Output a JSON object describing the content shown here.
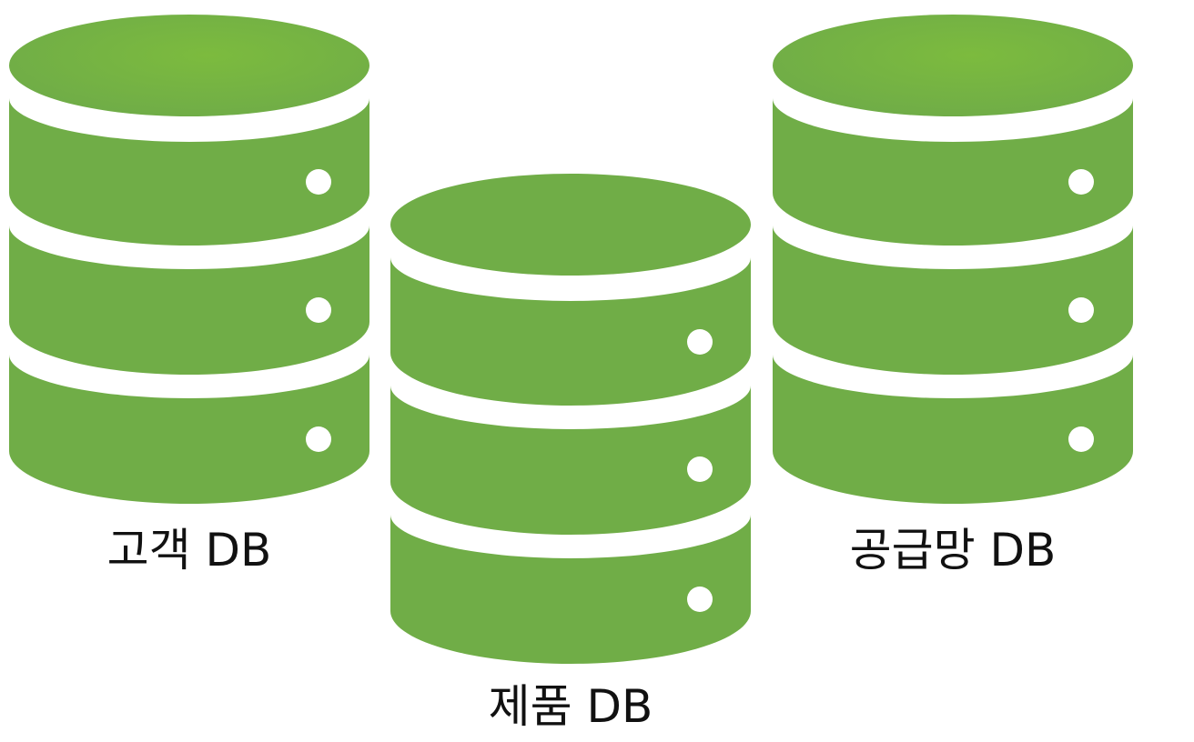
{
  "diagram": {
    "accent_color": "#70ad47",
    "highlight_color": "#7cbb3e",
    "databases": [
      {
        "label": "고객 DB",
        "icon": "database-icon",
        "disks": 3
      },
      {
        "label": "제품 DB",
        "icon": "database-icon",
        "disks": 3
      },
      {
        "label": "공급망 DB",
        "icon": "database-icon",
        "disks": 3
      }
    ]
  }
}
